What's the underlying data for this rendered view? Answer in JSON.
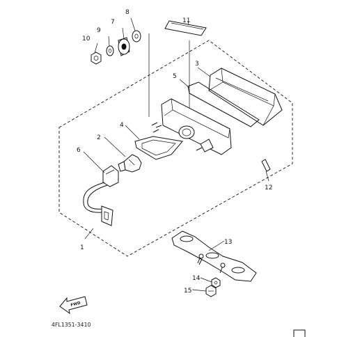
{
  "diagram": {
    "part_code": "4FL1351-3410",
    "fwd_label": "FWD",
    "callouts": [
      {
        "id": "c1",
        "label": "1"
      },
      {
        "id": "c2",
        "label": "2"
      },
      {
        "id": "c3",
        "label": "3"
      },
      {
        "id": "c4",
        "label": "4"
      },
      {
        "id": "c5",
        "label": "5"
      },
      {
        "id": "c6",
        "label": "6"
      },
      {
        "id": "c7",
        "label": "7"
      },
      {
        "id": "c8",
        "label": "8"
      },
      {
        "id": "c9",
        "label": "9"
      },
      {
        "id": "c10",
        "label": "10"
      },
      {
        "id": "c11",
        "label": "11"
      },
      {
        "id": "c12",
        "label": "12"
      },
      {
        "id": "c13",
        "label": "13"
      },
      {
        "id": "c14",
        "label": "14"
      },
      {
        "id": "c15",
        "label": "15"
      }
    ]
  }
}
